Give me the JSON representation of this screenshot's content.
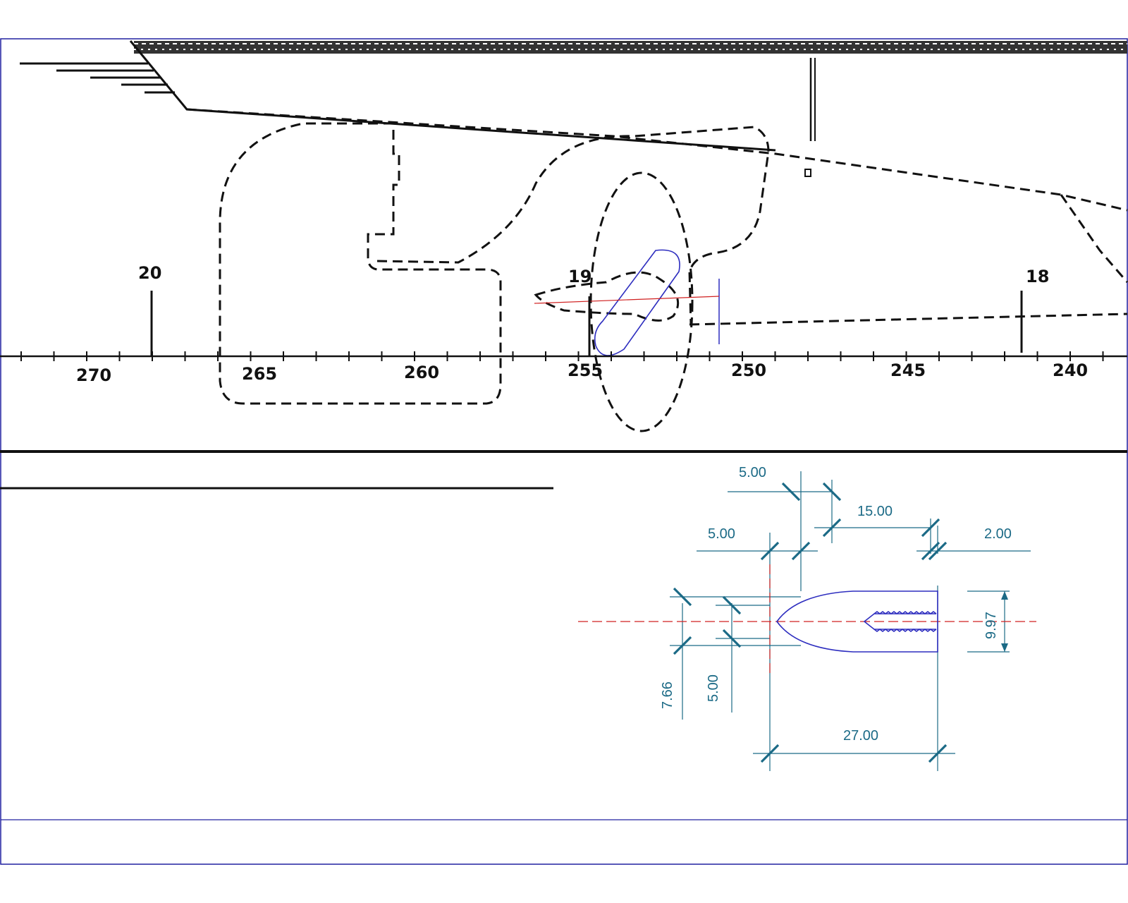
{
  "drawing": {
    "ruler_labels": [
      "270",
      "265",
      "260",
      "255",
      "250",
      "245",
      "240"
    ],
    "frame_labels": [
      "20",
      "19",
      "18"
    ]
  },
  "detail": {
    "dims": {
      "d1": "5.00",
      "d2": "15.00",
      "d3": "5.00",
      "d4": "2.00",
      "d5": "9.97",
      "d6": "7.66",
      "d7": "5.00",
      "d8": "27.00"
    }
  },
  "colors": {
    "frame_border": "#2020a0",
    "dimension_ink": "#1b6a86",
    "centerline": "#d02020",
    "outline": "#2d2dbf"
  }
}
